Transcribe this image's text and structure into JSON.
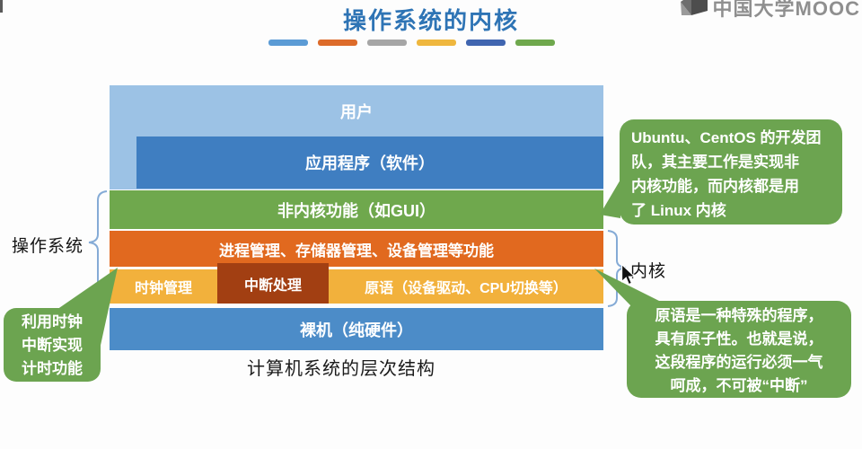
{
  "title": "操作系统的内核",
  "logo": {
    "text": "中国大学MOOC"
  },
  "divider_colors": [
    "#5B9BD5",
    "#DD6B2A",
    "#A6A6A6",
    "#EFB73E",
    "#4065B0",
    "#6FA84D"
  ],
  "diagram": {
    "caption": "计算机系统的层次结构",
    "layers": {
      "user": "用户",
      "app": "应用程序（软件）",
      "nonkernel": "非内核功能（如GUI）",
      "process": "进程管理、存储器管理、设备管理等功能",
      "clock": "时钟管理",
      "interrupt": "中断处理",
      "primitive": "原语（设备驱动、CPU切换等）",
      "hardware": "裸机（纯硬件）"
    },
    "labels": {
      "os": "操作系统",
      "kernel": "内核"
    }
  },
  "callouts": {
    "linux_lines": [
      "Ubuntu、CentOS 的开发团",
      "队，其主要工作是实现非",
      "内核功能，而内核都是用",
      "了 Linux 内核"
    ],
    "clock_lines": [
      "利用时钟",
      "中断实现",
      "计时功能"
    ],
    "primitive_lines": [
      "原语是一种特殊的程序，",
      "具有原子性。也就是说，",
      "这段程序的运行必须一气",
      "呵成，不可被“中断”"
    ]
  },
  "colors": {
    "bg": "#FDFDFD",
    "title": "#2E74B5",
    "logo": "#8F8F8F",
    "layer-user": "#9CC2E5",
    "layer-app": "#3F7EC1",
    "layer-green": "#6FA84D",
    "layer-orange": "#E1691F",
    "layer-yellow": "#F2B13C",
    "layer-darkred": "#A23F12",
    "layer-hw": "#4C8CC8",
    "bubble": "#6CA450",
    "bracket": "#85ABD6"
  }
}
